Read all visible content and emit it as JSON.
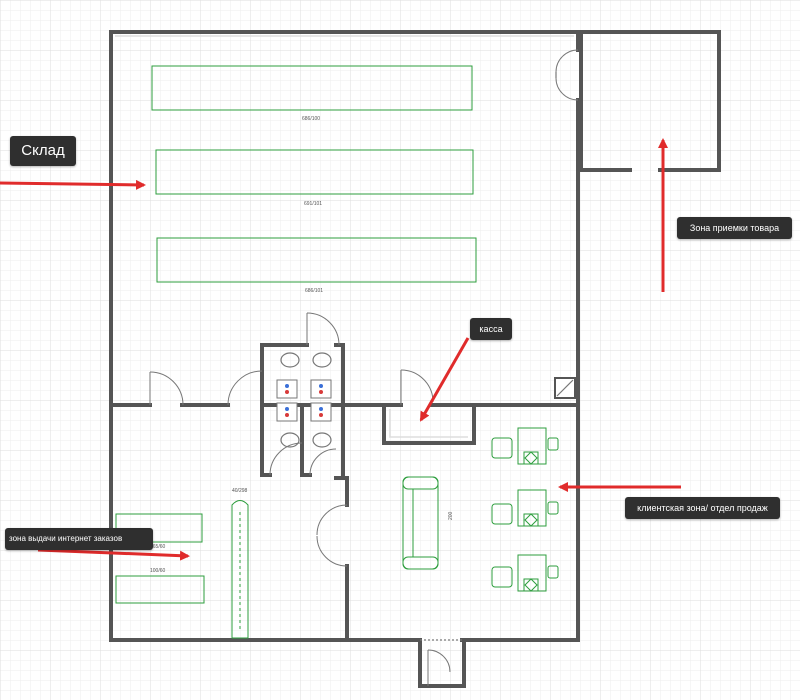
{
  "labels": {
    "warehouse": "Склад",
    "receiving_zone": "Зона приемки товара",
    "cashier": "касса",
    "client_zone": "клиентская зона/ отдел продаж",
    "pickup_zone": "зона выдачи интернет заказов"
  },
  "dimensions": {
    "rack_1": "686/100",
    "rack_2": "691/101",
    "rack_3": "686/101",
    "counter": "40/298",
    "shelf_1": "165/60",
    "shelf_2": "100/60",
    "sofa": "200"
  },
  "colors": {
    "wall": "#555555",
    "furniture": "#2e9e3e",
    "arrow": "#e02b2b",
    "label_bg": "#2f2f2f",
    "grid": "#e6e6e6"
  }
}
